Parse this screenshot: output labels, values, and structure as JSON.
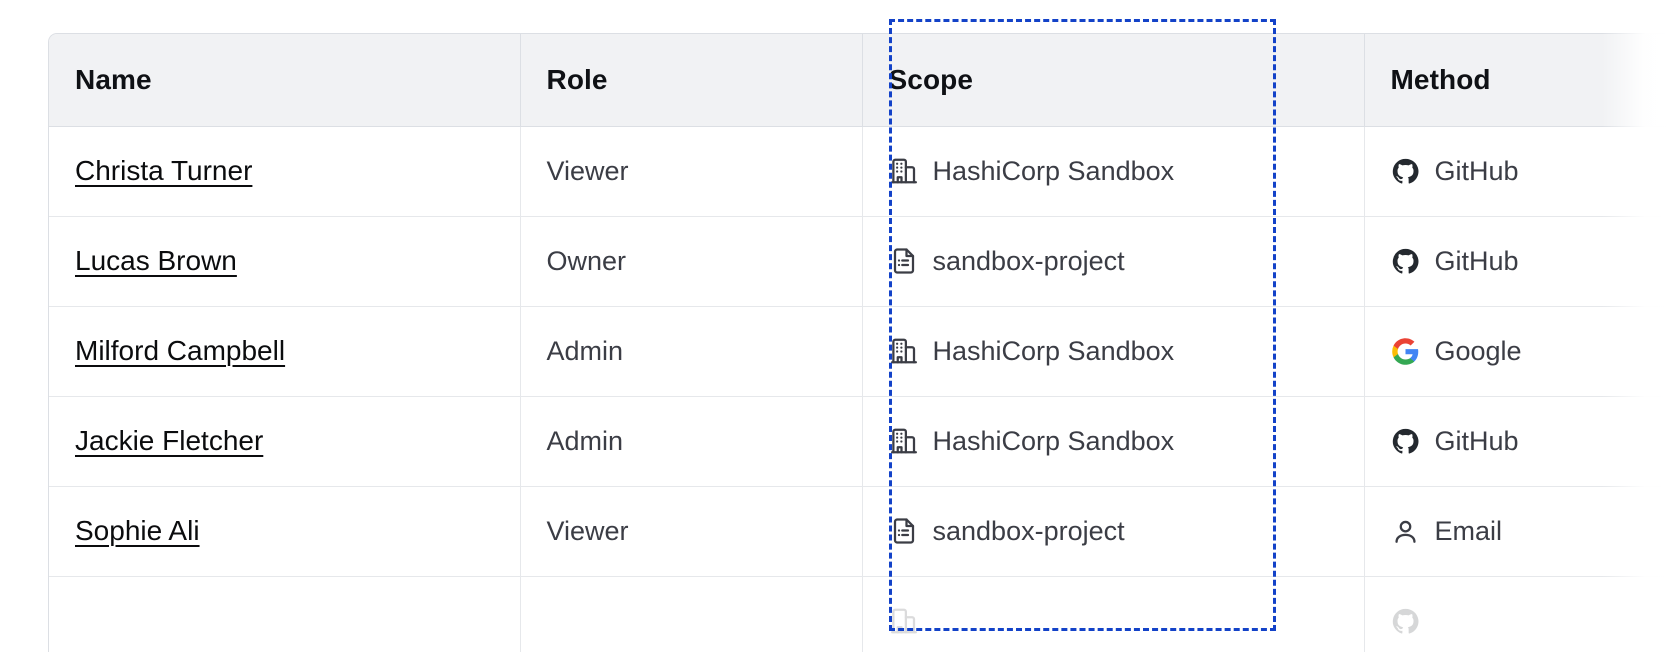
{
  "table": {
    "columns": [
      {
        "key": "name",
        "label": "Name"
      },
      {
        "key": "role",
        "label": "Role"
      },
      {
        "key": "scope",
        "label": "Scope"
      },
      {
        "key": "method",
        "label": "Method"
      }
    ],
    "rows": [
      {
        "name": "Christa Turner",
        "role": "Viewer",
        "scope": "HashiCorp Sandbox",
        "scope_icon": "organization-icon",
        "method": "GitHub",
        "method_icon": "github-icon"
      },
      {
        "name": "Lucas Brown",
        "role": "Owner",
        "scope": "sandbox-project",
        "scope_icon": "project-document-icon",
        "method": "GitHub",
        "method_icon": "github-icon"
      },
      {
        "name": "Milford Campbell",
        "role": "Admin",
        "scope": "HashiCorp Sandbox",
        "scope_icon": "organization-icon",
        "method": "Google",
        "method_icon": "google-icon"
      },
      {
        "name": "Jackie Fletcher",
        "role": "Admin",
        "scope": "HashiCorp Sandbox",
        "scope_icon": "organization-icon",
        "method": "GitHub",
        "method_icon": "github-icon"
      },
      {
        "name": "Sophie Ali",
        "role": "Viewer",
        "scope": "sandbox-project",
        "scope_icon": "project-document-icon",
        "method": "Email",
        "method_icon": "user-icon"
      },
      {
        "name": "",
        "role": "",
        "scope": "",
        "scope_icon": "organization-icon",
        "method": "",
        "method_icon": "github-icon"
      }
    ]
  },
  "highlight": {
    "target_column": "Scope",
    "color": "#1342c8",
    "style": "dashed"
  },
  "colors": {
    "header_background": "#f1f2f4",
    "header_text": "#0f1115",
    "body_text": "#3b3d45",
    "link_text": "#0b0c0e",
    "border": "#dcdfe4",
    "row_border": "#e6e8eb",
    "surface": "#ffffff",
    "google_blue": "#4285f4",
    "google_green": "#34a853",
    "google_yellow": "#fbbc05",
    "google_red": "#ea4335",
    "github_dark": "#24292f"
  }
}
